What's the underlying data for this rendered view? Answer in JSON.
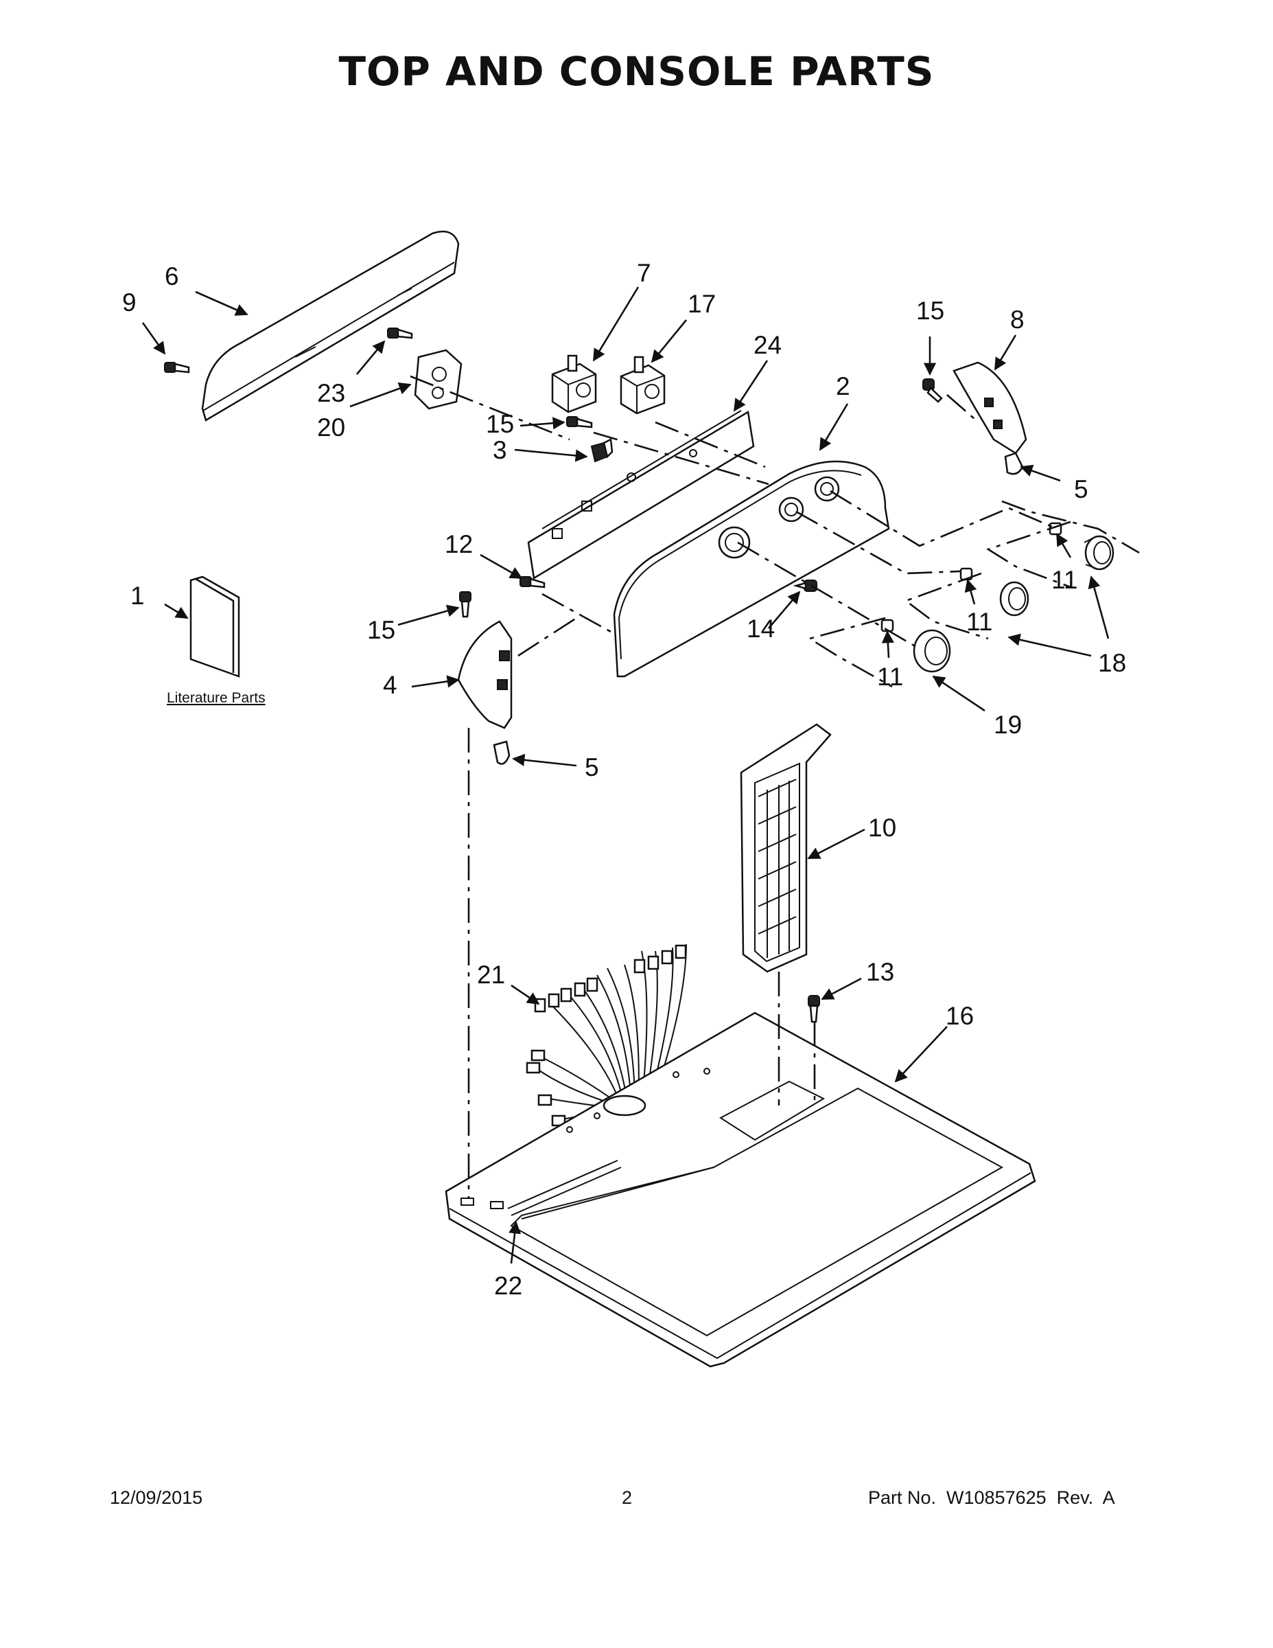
{
  "title": "TOP AND CONSOLE PARTS",
  "literature_label": "Literature Parts",
  "callouts": {
    "c1": "1",
    "c2": "2",
    "c3": "3",
    "c4": "4",
    "c5a": "5",
    "c5b": "5",
    "c6": "6",
    "c7": "7",
    "c8": "8",
    "c9": "9",
    "c10": "10",
    "c11a": "11",
    "c11b": "11",
    "c11c": "11",
    "c12": "12",
    "c13": "13",
    "c14": "14",
    "c15a": "15",
    "c15b": "15",
    "c15c": "15",
    "c16": "16",
    "c17": "17",
    "c18": "18",
    "c19": "19",
    "c20": "20",
    "c21": "21",
    "c22": "22",
    "c23": "23",
    "c24": "24"
  },
  "footer": {
    "date": "12/09/2015",
    "page": "2",
    "part_no": "Part No.  W10857625  Rev.  A"
  }
}
